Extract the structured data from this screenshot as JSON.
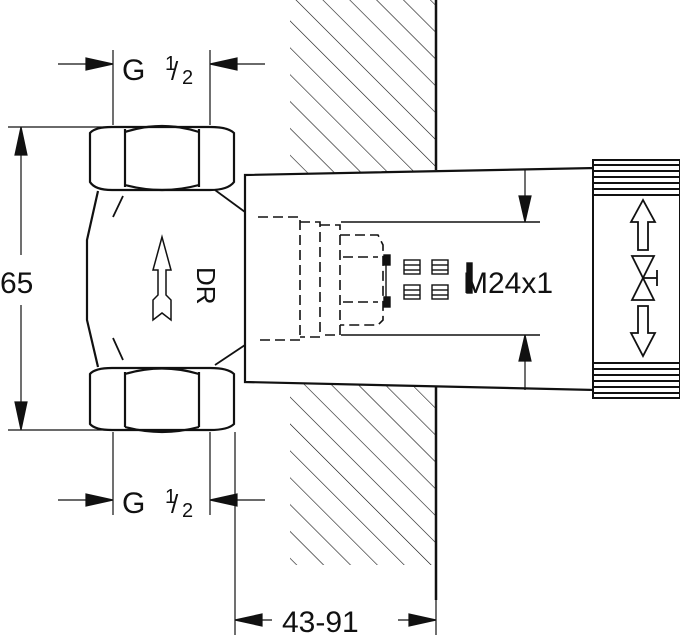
{
  "drawing": {
    "type": "technical-dimension-drawing",
    "subject": "concealed valve body with wall-mounted extension",
    "colors": {
      "line": "#111111",
      "background": "#ffffff"
    }
  },
  "dimensions": {
    "top_thread": {
      "prefix": "G",
      "num": "1",
      "den": "2"
    },
    "bottom_thread": {
      "prefix": "G",
      "num": "1",
      "den": "2"
    },
    "height": "65",
    "spindle_thread": "M24x1",
    "wall_depth": "43-91"
  },
  "body_label": "DR",
  "icons": {
    "flow_arrow": "flow-direction-arrow-icon",
    "valve_symbol": "shutoff-valve-icon",
    "arrow_up": "arrow-up-icon",
    "arrow_down": "arrow-down-icon"
  }
}
